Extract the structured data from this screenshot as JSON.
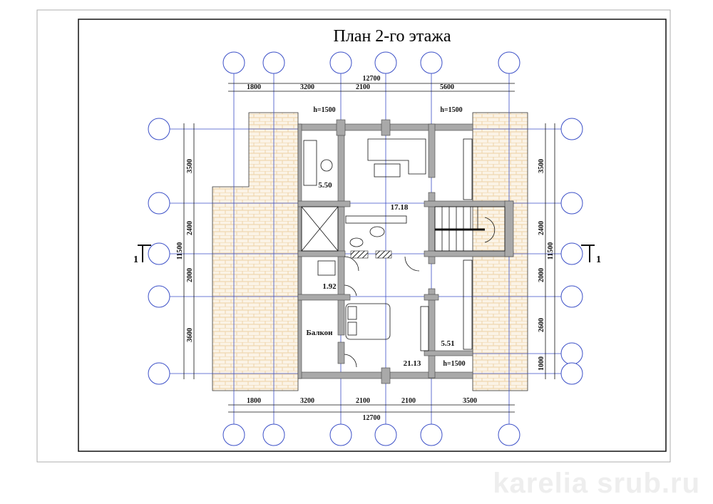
{
  "title": "План 2-го этажа",
  "top_dims": {
    "total": "12700",
    "chain": [
      "1800",
      "3200",
      "2100",
      "5600"
    ]
  },
  "bottom_dims": {
    "total": "12700",
    "chain": [
      "1800",
      "3200",
      "2100",
      "2100",
      "3500"
    ]
  },
  "left_dims": {
    "total": "11500",
    "chain": [
      "3500",
      "2400",
      "2000",
      "3600"
    ]
  },
  "right_dims": {
    "total": "11500",
    "chain": [
      "3500",
      "2400",
      "2000",
      "2600",
      "1000"
    ]
  },
  "window_heights": [
    "h=1500",
    "h=1500",
    "h=1500"
  ],
  "rooms": {
    "office": "5.50",
    "hall": "17.18",
    "bath": "1.92",
    "bedroom": "21.13",
    "storage": "5.51",
    "balcony": "Балкон"
  },
  "section_marks": [
    "1",
    "1"
  ],
  "watermark": "karelia srub.ru",
  "colors": {
    "axis": "#3b4fc7",
    "wall": "#a9a9a9",
    "terrace": "#f6e7cf"
  }
}
